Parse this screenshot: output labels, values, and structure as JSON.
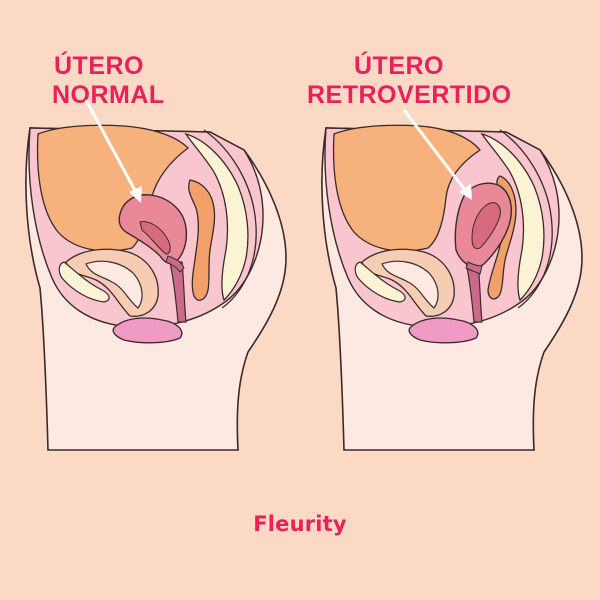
{
  "labels": {
    "normal": {
      "line1": "ÚTERO",
      "line2": "NORMAL"
    },
    "retroverted": {
      "line1": "ÚTERO",
      "line2": "RETROVERTIDO"
    }
  },
  "brand": "Fleurity",
  "colors": {
    "background": "#fbd9c5",
    "accent": "#e8215a",
    "outline": "#3a2a2a",
    "skin": "#fde9e1",
    "tissue": "#f9c6d0",
    "bladder": "#f6b17d",
    "uterus": "#e88899",
    "uterus_inner": "#d86a80",
    "rectum": "#f2a06a",
    "bone": "#fbf3d3",
    "vulva": "#f09bc4",
    "intestine": "#f6cdb3",
    "arrow": "#ffffff"
  }
}
